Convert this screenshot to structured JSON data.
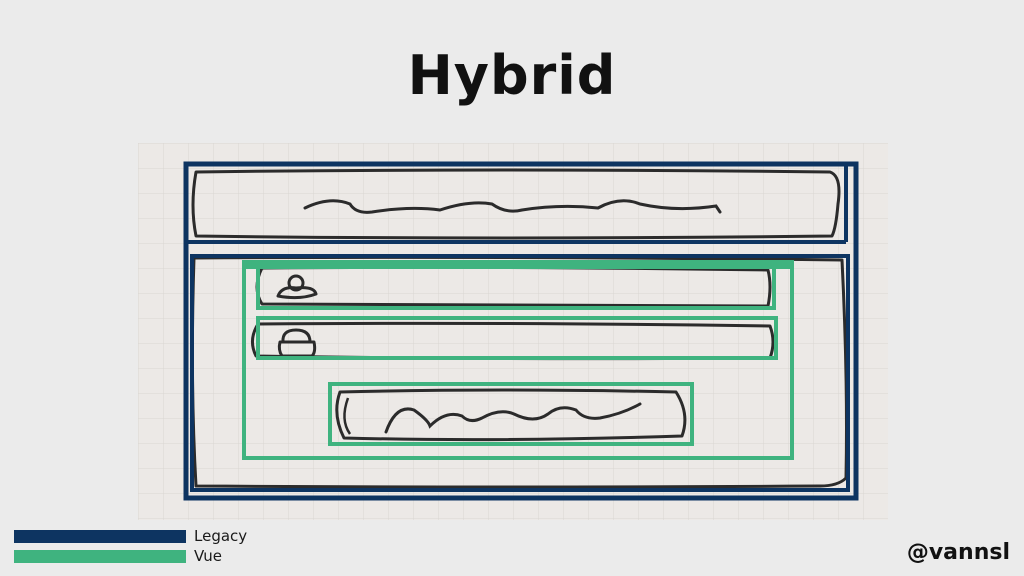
{
  "title": "Hybrid",
  "colors": {
    "legacy": "#0d3461",
    "vue": "#3fb37f",
    "ink": "#2b2b2b",
    "grid_bg": "#ece9e6",
    "grid_line": "#dad6d2"
  },
  "legend": {
    "items": [
      {
        "label": "Legacy",
        "color": "#0d3461"
      },
      {
        "label": "Vue",
        "color": "#3fb37f"
      }
    ]
  },
  "handle": "@vannsl",
  "icons": [
    "user-icon",
    "lock-icon"
  ]
}
